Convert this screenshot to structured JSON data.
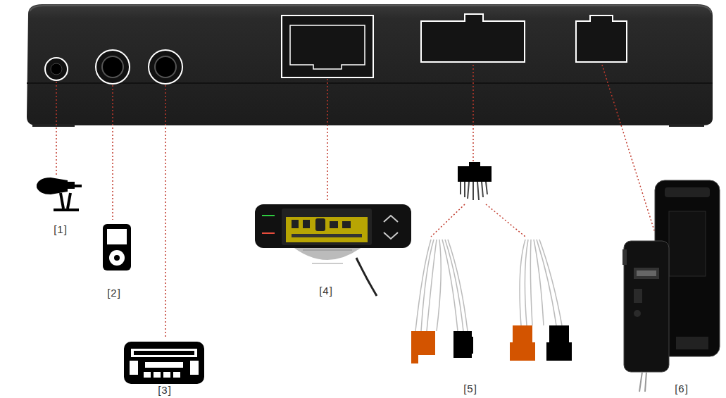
{
  "diagram": {
    "labels": [
      "[1]",
      "[2]",
      "[3]",
      "[4]",
      "[5]",
      "[6]"
    ]
  }
}
